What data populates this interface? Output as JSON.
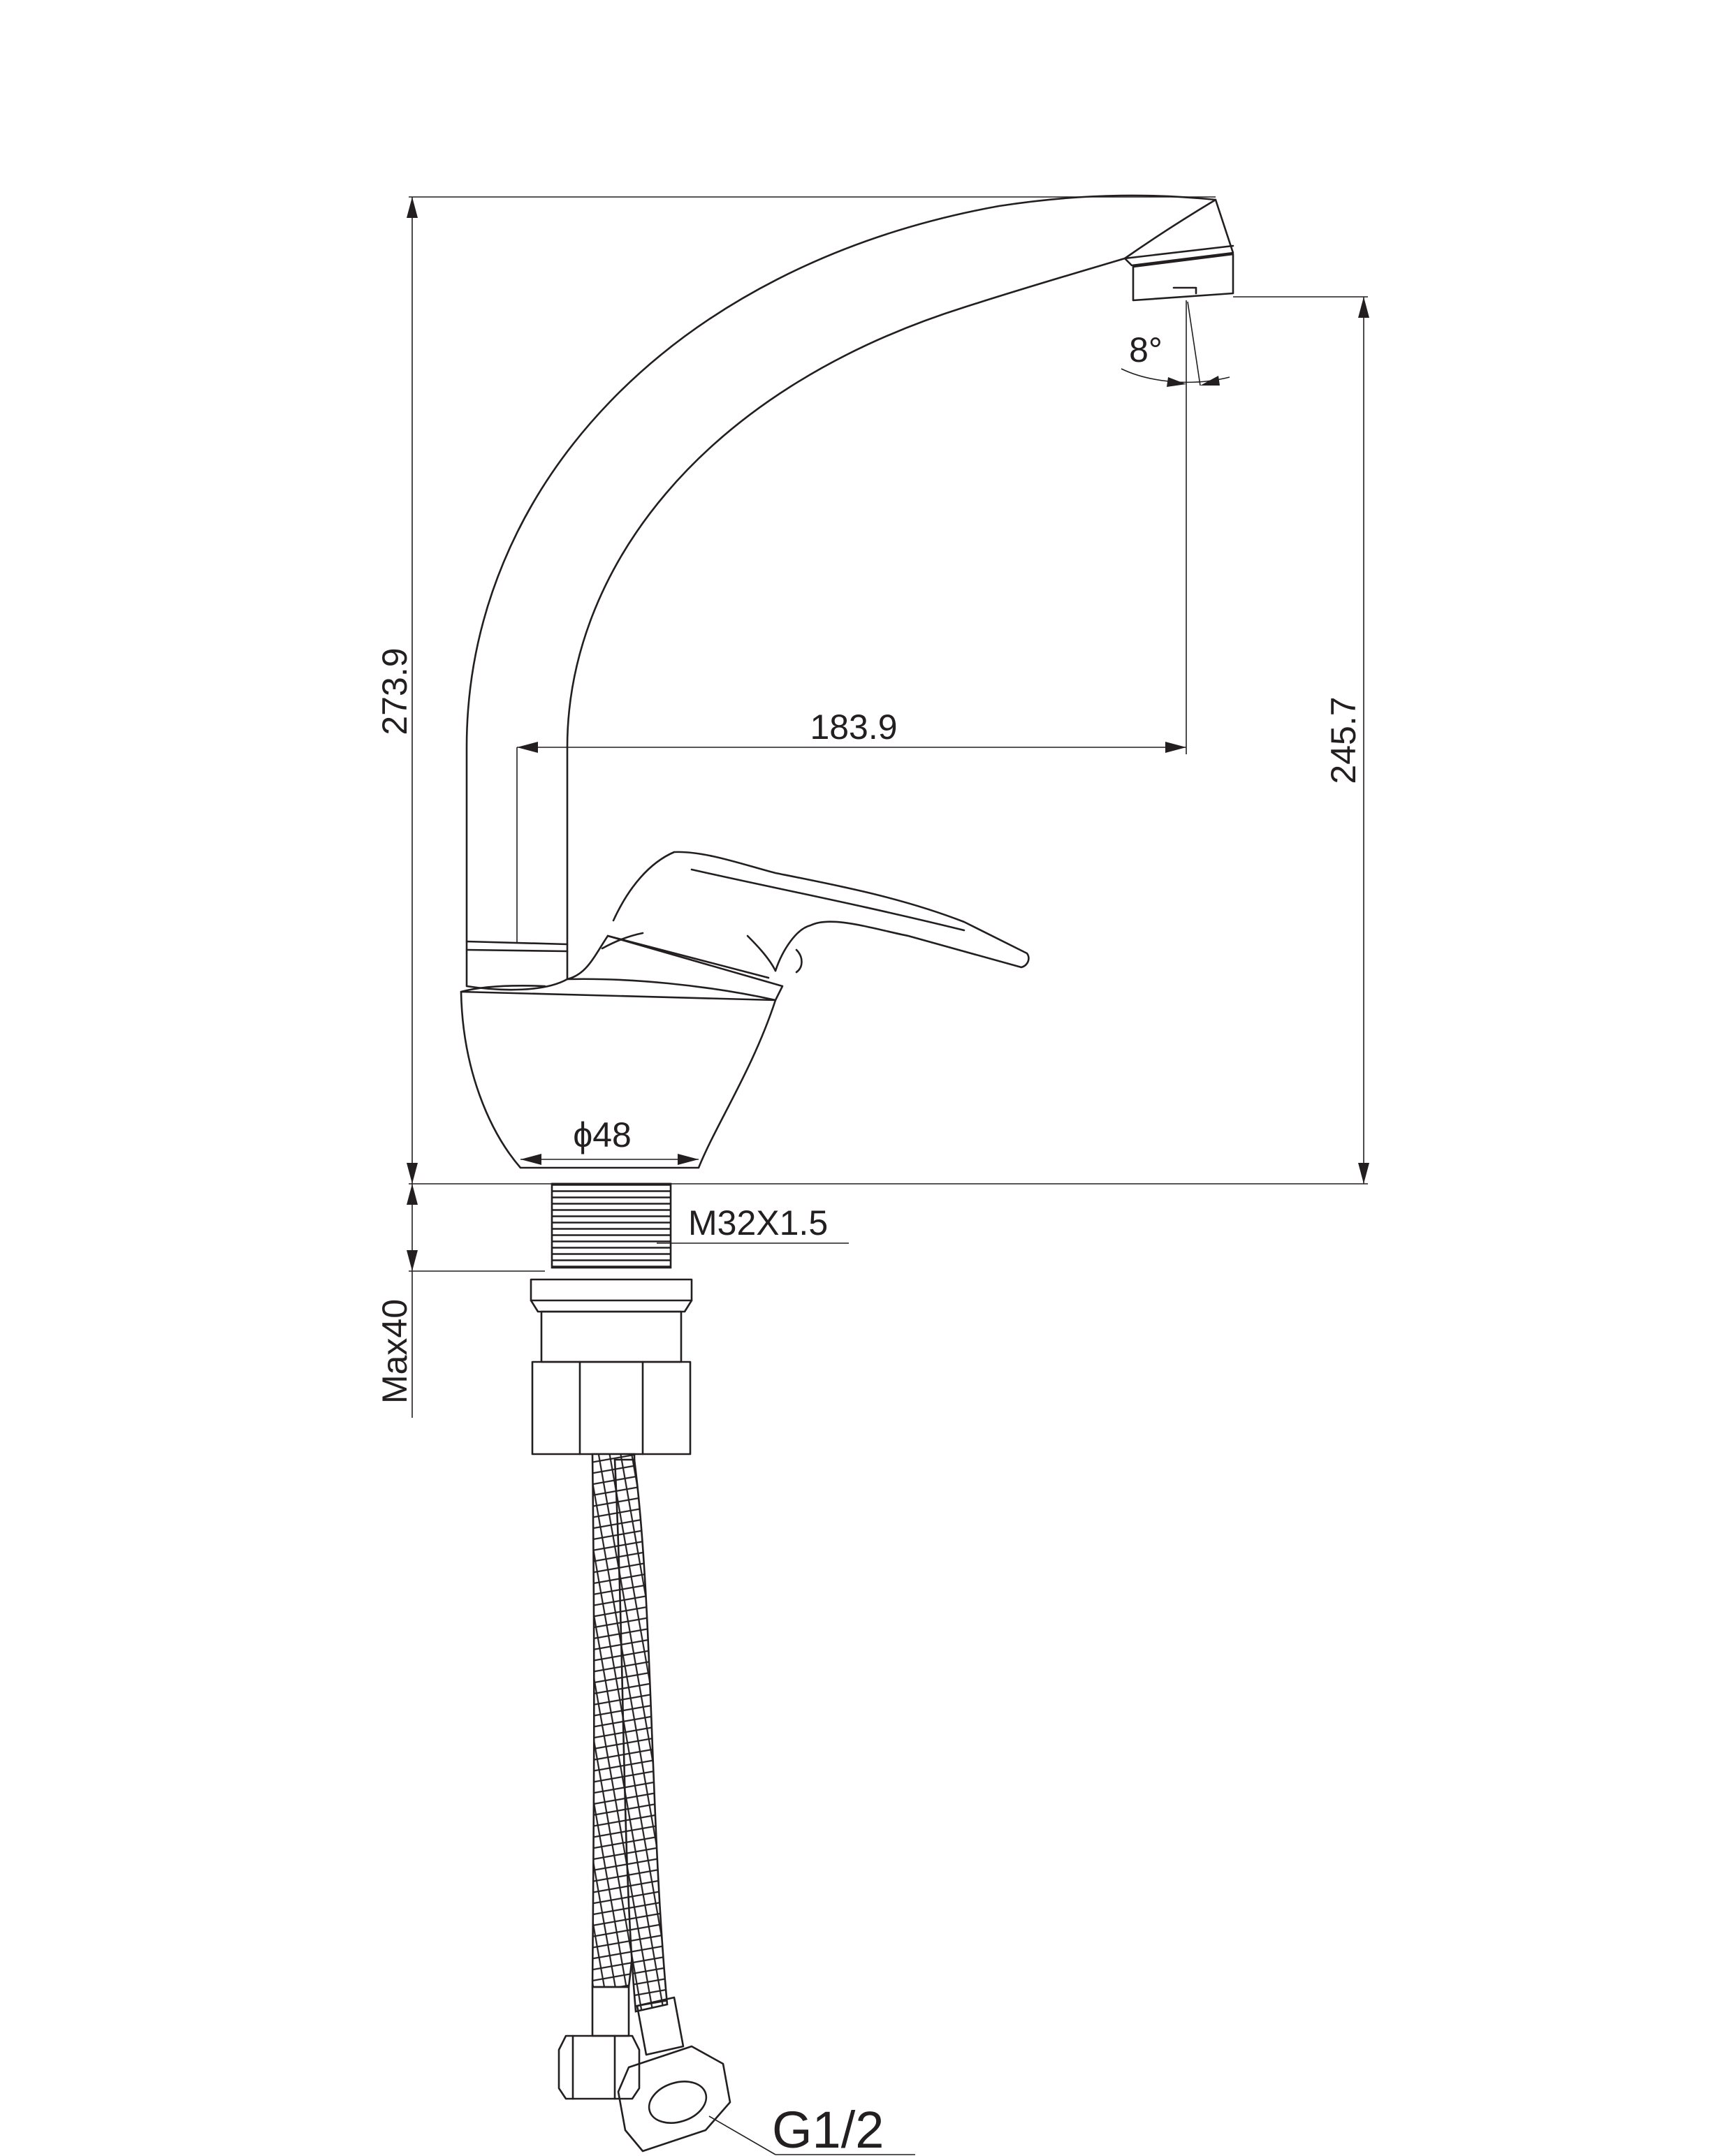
{
  "dimensions": {
    "total_height": "273.9",
    "spout_height": "245.7",
    "spout_reach": "183.9",
    "spout_angle": "8°",
    "base_diameter": "ϕ48",
    "thread": "M32X1.5",
    "max_mount": "Max40",
    "hose_connection": "G1/2"
  }
}
